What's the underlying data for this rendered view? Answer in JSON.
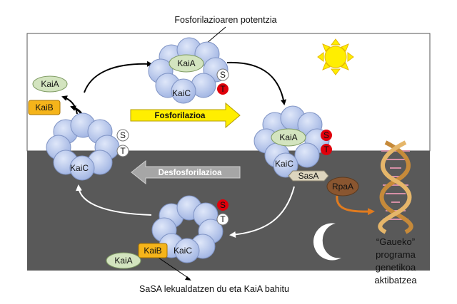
{
  "captions": {
    "top": "Fosforilazioaren potentzia",
    "bottom": "SaSA lekualdatzen du eta KaiA bahitu",
    "program": [
      "“Gaueko”",
      "programa",
      "genetikoa",
      "aktibatzea"
    ]
  },
  "arrows": {
    "phosphorylation": "Fosforilazioa",
    "dephosphorylation": "Desfosforilazioa"
  },
  "proteins": {
    "kaia": "KaiA",
    "kaib": "KaiB",
    "kaic": "KaiC",
    "sasa": "SasA",
    "rpaa": "RpaA"
  },
  "sites": {
    "s": "S",
    "t": "T"
  },
  "colors": {
    "day_bg": "#ffffff",
    "night_bg": "#595959",
    "kaic": "#b8c8ec",
    "kaia": "#d3e4bf",
    "kaib": "#f5b41a",
    "phospho": "#e0000b",
    "yellow_arrow": "#ffee00",
    "gray_arrow": "#a6a6a6",
    "sasa": "#ddd5be",
    "rpaa": "#8a5630",
    "orange": "#e07b1f",
    "sun": "#ffee00"
  }
}
